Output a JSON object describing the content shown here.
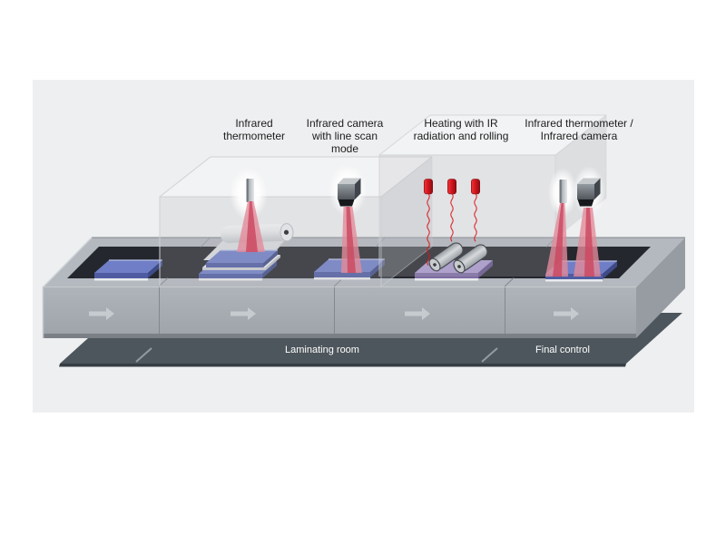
{
  "stations": [
    {
      "name": "infrared-thermometer",
      "label_lines": [
        "Infrared",
        "thermometer"
      ]
    },
    {
      "name": "infrared-camera-line-scan",
      "label_lines": [
        "Infrared camera",
        "with line scan",
        "mode"
      ]
    },
    {
      "name": "heating-ir-rolling",
      "label_lines": [
        "Heating with IR",
        "radiation and rolling"
      ]
    },
    {
      "name": "final-control-devices",
      "label_lines": [
        "Infrared thermometer /",
        "Infrared camera"
      ]
    }
  ],
  "floor_zones": {
    "laminating_label": "Laminating room",
    "final_label": "Final control"
  },
  "conveyor": {
    "segment_count": 4,
    "direction_arrow_icon": "arrow-right",
    "products": [
      "solar-panel",
      "laminate-stack-with-film-roll",
      "solar-panel",
      "rollers-on-heated-panel",
      "solar-panel"
    ]
  },
  "colors": {
    "figure-bg": "#eeeff0",
    "text": "#1c1c1c",
    "slab": "#4d565c",
    "slab-edge": "#363d43",
    "slab-text": "#ffffff",
    "belt": "#24272d",
    "conveyor-top": "#b4b9bf",
    "conveyor-front": "#a6acb1",
    "conveyor-side": "#969ca2",
    "arrow": "#c6cbd0",
    "panel-blue-top": "#6f7ec6",
    "panel-blue-front": "#4f5ca2",
    "panel-blue-side": "#3e4b87",
    "panel-white": "#e9ebee",
    "panel-purple-top": "#ab9ad0",
    "panel-purple-front": "#7c6ba2",
    "panel-purple-side": "#64538a",
    "beam-outer": "#e28b9a",
    "beam-inner": "#cb4a61",
    "heater-red": "#d9161d"
  }
}
